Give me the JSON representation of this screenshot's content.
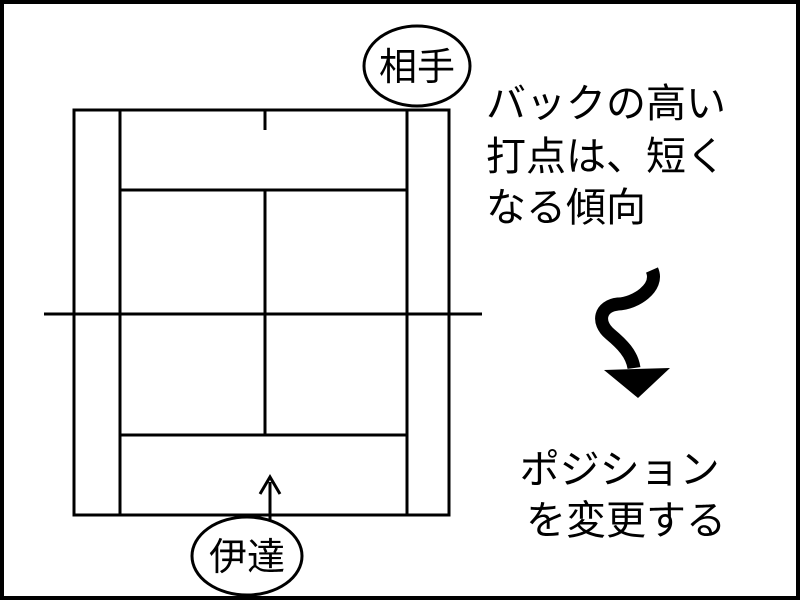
{
  "labels": {
    "opponent": "相手",
    "player": "伊達"
  },
  "note_top": {
    "lines": [
      "バックの高い",
      "打点は、短く",
      "なる傾向"
    ]
  },
  "note_bottom": {
    "lines": [
      "ポジション",
      "を変更する"
    ]
  },
  "colors": {
    "line": "#000000",
    "background": "#ffffff"
  }
}
